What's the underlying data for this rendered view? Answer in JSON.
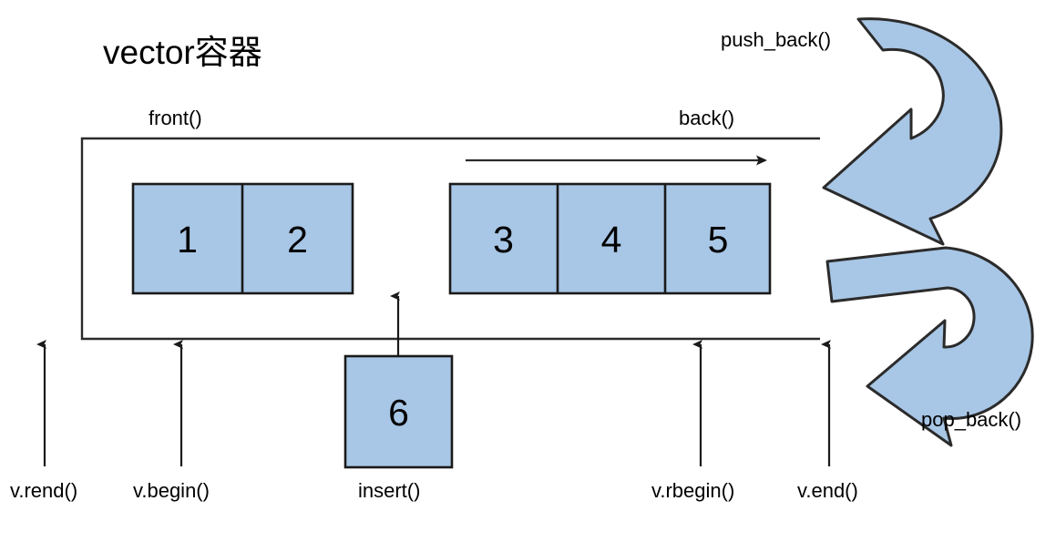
{
  "diagram": {
    "title": "vector容器",
    "container_label_left": "front()",
    "container_label_right": "back()",
    "colors": {
      "cell_fill": "#A8C6E5",
      "cell_stroke": "#1a1a1a",
      "arrow_fill": "#A8C6E5",
      "arrow_stroke": "#2b2b2b",
      "line": "#2b2b2b",
      "text": "#000000",
      "background": "#ffffff"
    },
    "cells_left": [
      {
        "value": "1"
      },
      {
        "value": "2"
      }
    ],
    "cells_right": [
      {
        "value": "3"
      },
      {
        "value": "4"
      },
      {
        "value": "5"
      }
    ],
    "insert_cell": {
      "value": "6",
      "label": "insert()"
    },
    "operations": [
      {
        "name": "push_back",
        "label": "push_back()"
      },
      {
        "name": "pop_back",
        "label": "pop_back()"
      }
    ],
    "iterators": [
      {
        "name": "rend",
        "label": "v.rend()"
      },
      {
        "name": "begin",
        "label": "v.begin()"
      },
      {
        "name": "rbegin",
        "label": "v.rbegin()"
      },
      {
        "name": "end",
        "label": "v.end()"
      }
    ]
  }
}
